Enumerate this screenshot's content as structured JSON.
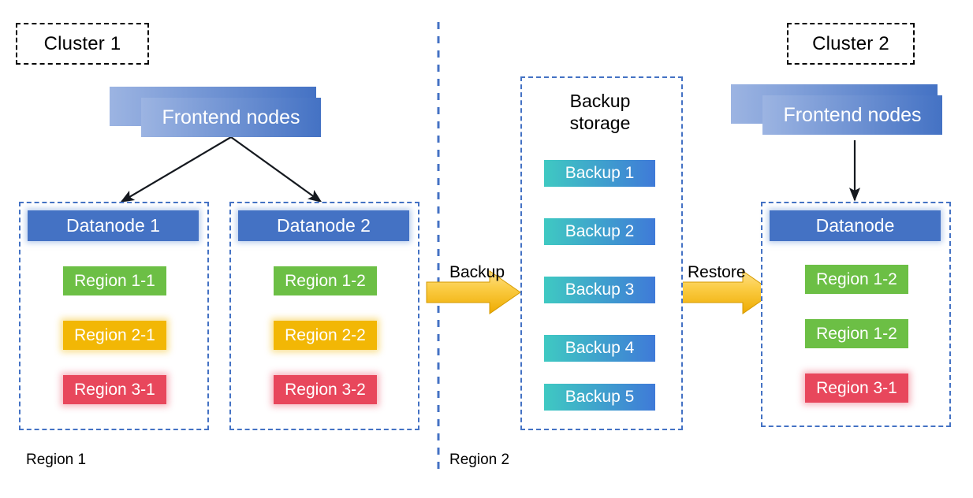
{
  "diagram": {
    "title_tags": [
      {
        "label": "Cluster 1"
      },
      {
        "label": "Cluster 2"
      }
    ],
    "frontend_nodes": [
      {
        "label": "Frontend nodes"
      },
      {
        "label": "Frontend nodes"
      }
    ],
    "cluster1": {
      "datanodes": [
        {
          "header": "Datanode 1",
          "regions": [
            {
              "label": "Region 1-1",
              "color": "#6cbf45",
              "tone": "green"
            },
            {
              "label": "Region 2-1",
              "color": "#f2b705",
              "tone": "yellow"
            },
            {
              "label": "Region 3-1",
              "color": "#e8475c",
              "tone": "red"
            }
          ]
        },
        {
          "header": "Datanode 2",
          "regions": [
            {
              "label": "Region 1-2",
              "color": "#6cbf45",
              "tone": "green"
            },
            {
              "label": "Region 2-2",
              "color": "#f2b705",
              "tone": "yellow"
            },
            {
              "label": "Region 3-2",
              "color": "#e8475c",
              "tone": "red"
            }
          ]
        }
      ]
    },
    "backup_storage": {
      "title_line1": "Backup",
      "title_line2": "storage",
      "backups": [
        {
          "label": "Backup 1"
        },
        {
          "label": "Backup 2"
        },
        {
          "label": "Backup 3"
        },
        {
          "label": "Backup 4"
        },
        {
          "label": "Backup 5"
        }
      ]
    },
    "cluster2": {
      "datanode": {
        "header": "Datanode",
        "regions": [
          {
            "label": "Region 1-2",
            "color": "#6cbf45",
            "tone": "green"
          },
          {
            "label": "Region 1-2",
            "color": "#6cbf45",
            "tone": "green"
          },
          {
            "label": "Region 3-1",
            "color": "#e8475c",
            "tone": "red"
          }
        ]
      }
    },
    "flows": [
      {
        "label": "Backup"
      },
      {
        "label": "Restore"
      }
    ],
    "region_captions": [
      {
        "label": "Region 1"
      },
      {
        "label": "Region 2"
      }
    ],
    "colors": {
      "node_blue": "#4472c4",
      "frontend_gradient_from": "#9cb4e2",
      "frontend_gradient_to": "#4472c4",
      "backup_gradient_from": "#3fc9c2",
      "backup_gradient_to": "#3f7ad8",
      "arrow_yellow_from": "#fbd970",
      "arrow_yellow_to": "#f0b400",
      "dashed_blue": "#4472c4",
      "dashed_black": "#000000",
      "region_green": "#6cbf45",
      "region_yellow": "#f2b705",
      "region_red": "#e8475c"
    }
  }
}
